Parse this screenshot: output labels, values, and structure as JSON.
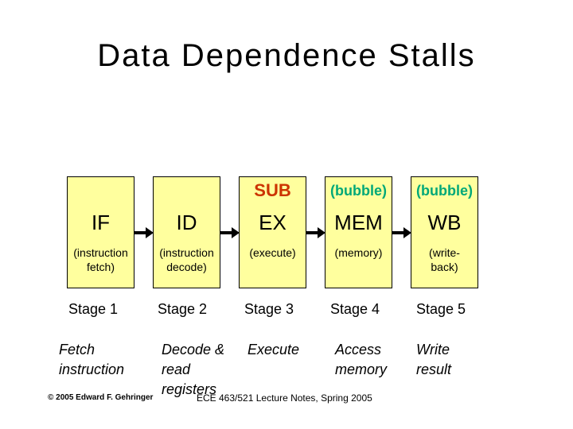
{
  "slide": {
    "title": "Data Dependence Stalls"
  },
  "pipeline": {
    "stages": [
      {
        "abbrev": "IF",
        "subtitle": "(instruction\nfetch)",
        "top_label": "",
        "stage_label": "Stage 1",
        "description": "Fetch\ninstruction"
      },
      {
        "abbrev": "ID",
        "subtitle": "(instruction\ndecode)",
        "top_label": "",
        "stage_label": "Stage 2",
        "description": "Decode &\nread\nregisters"
      },
      {
        "abbrev": "EX",
        "subtitle": "(execute)",
        "top_label": "SUB",
        "stage_label": "Stage 3",
        "description": "Execute"
      },
      {
        "abbrev": "MEM",
        "subtitle": "(memory)",
        "top_label": "(bubble)",
        "stage_label": "Stage 4",
        "description": "Access\nmemory"
      },
      {
        "abbrev": "WB",
        "subtitle": "(write-\nback)",
        "top_label": "(bubble)",
        "stage_label": "Stage 5",
        "description": "Write\nresult"
      }
    ]
  },
  "footer": {
    "copyright": "© 2005 Edward F. Gehringer",
    "course": "ECE 463/521 Lecture Notes, Spring 2005"
  },
  "colors": {
    "background": "#ffffff",
    "box_fill": "#ffff9e",
    "box_border": "#000000",
    "instruction_label_red": "#cc3300",
    "bubble_label_green": "#00a878",
    "text": "#000000"
  }
}
